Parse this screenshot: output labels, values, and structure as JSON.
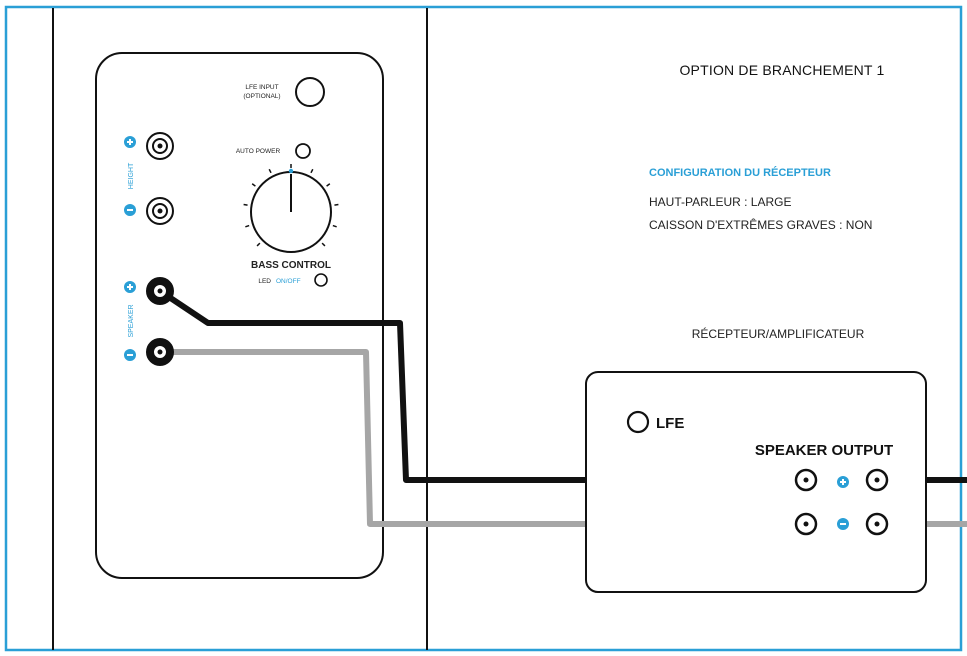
{
  "colors": {
    "frame": "#2a9fd6",
    "accent": "#2a9fd6",
    "cable_positive": "#111111",
    "cable_negative": "#a6a6a6"
  },
  "title": "OPTION DE BRANCHEMENT 1",
  "receiver_config": {
    "heading": "CONFIGURATION DU RÉCEPTEUR",
    "lines": [
      "HAUT-PARLEUR : LARGE",
      "CAISSON D'EXTRÊMES GRAVES : NON"
    ]
  },
  "receiver": {
    "label": "RÉCEPTEUR/AMPLIFICATEUR",
    "lfe_label": "LFE",
    "output_label": "SPEAKER OUTPUT"
  },
  "speaker_panel": {
    "lfe_input_line1": "LFE INPUT",
    "lfe_input_line2": "(OPTIONAL)",
    "auto_power": "AUTO POWER",
    "bass_control": "BASS CONTROL",
    "led_label": "LED",
    "led_state": "ON/OFF",
    "height_label": "HEIGHT",
    "speaker_label": "SPEAKER"
  }
}
